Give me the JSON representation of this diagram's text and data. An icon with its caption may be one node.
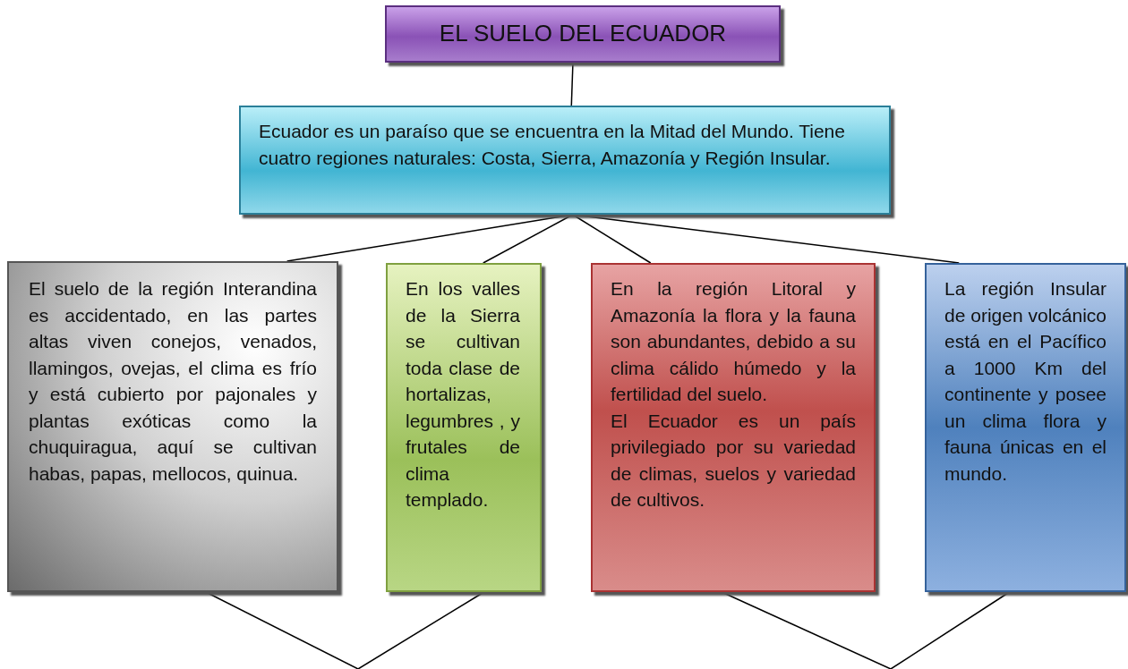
{
  "diagram": {
    "nodes": [
      {
        "text": [
          "EL SUELO DEL ECUADOR"
        ]
      },
      {
        "text": [
          "Ecuador es un paraíso que se encuentra en la Mitad del Mundo. Tiene cuatro regiones naturales: Costa, Sierra, Amazonía y Región Insular."
        ]
      },
      {
        "text": [
          "El suelo de la región Interandina es accidentado, en las partes altas viven conejos, venados, llamingos, ovejas, el clima es frío y está cubierto por pajonales y plantas exóticas como la chuquiragua, aquí se cultivan habas, papas, mellocos, quinua."
        ]
      },
      {
        "text": [
          "En los valles de la Sierra se cultivan toda clase de hortalizas, legumbres , y frutales de clima templado."
        ]
      },
      {
        "text": [
          "En la región Litoral y Amazonía la flora y la fauna son abundantes, debido a su clima cálido húmedo y la fertilidad del suelo.",
          "El Ecuador es un país privilegiado por su variedad de climas, suelos y variedad de cultivos."
        ]
      },
      {
        "text": [
          "La región Insular de origen volcánico está en el Pacífico a 1000 Km del continente y posee un clima flora y fauna únicas en el mundo."
        ]
      }
    ],
    "edges": [
      {
        "from": 0,
        "to": 1,
        "arrow": "none"
      },
      {
        "from": 1,
        "to": 2,
        "arrow": "none"
      },
      {
        "from": 1,
        "to": 3,
        "arrow": "none"
      },
      {
        "from": 1,
        "to": 4,
        "arrow": "none"
      },
      {
        "from": 1,
        "to": 5,
        "arrow": "none"
      },
      {
        "from": 2,
        "to": null,
        "arrow": "none"
      },
      {
        "from": 3,
        "to": null,
        "arrow": "none"
      },
      {
        "from": 4,
        "to": null,
        "arrow": "none"
      },
      {
        "from": 5,
        "to": null,
        "arrow": "none"
      }
    ]
  }
}
